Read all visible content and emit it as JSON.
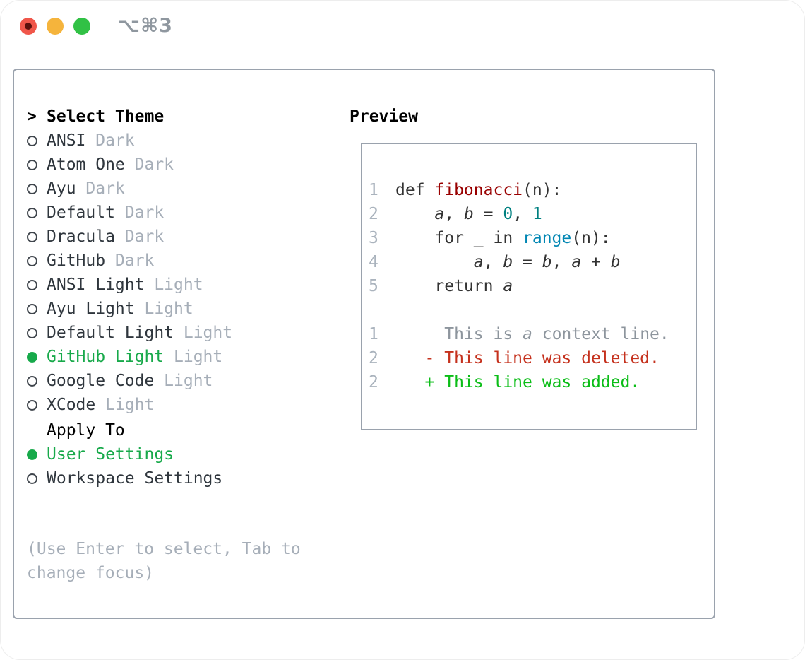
{
  "window": {
    "title": "⌥⌘3",
    "controls": [
      "close",
      "minimize",
      "zoom"
    ]
  },
  "colors": {
    "selection_green": "#17a94a",
    "diff_added_green": "#0bbd17",
    "diff_deleted_red": "#c5311d",
    "syntax_function_red": "#990000",
    "syntax_number_teal": "#008080",
    "syntax_builtin_blue": "#0086b3",
    "muted_gray": "#a6aeb8",
    "border_gray": "#9aa2ad",
    "traffic_red": "#f0564a",
    "traffic_yellow": "#f5b43c",
    "traffic_green": "#31c145"
  },
  "theme_list": {
    "header_prefix": ">",
    "header": "Select Theme",
    "items": [
      {
        "name": "ANSI",
        "variant": "Dark",
        "selected": false
      },
      {
        "name": "Atom One",
        "variant": "Dark",
        "selected": false
      },
      {
        "name": "Ayu",
        "variant": "Dark",
        "selected": false
      },
      {
        "name": "Default",
        "variant": "Dark",
        "selected": false
      },
      {
        "name": "Dracula",
        "variant": "Dark",
        "selected": false
      },
      {
        "name": "GitHub",
        "variant": "Dark",
        "selected": false
      },
      {
        "name": "ANSI Light",
        "variant": "Light",
        "selected": false
      },
      {
        "name": "Ayu Light",
        "variant": "Light",
        "selected": false
      },
      {
        "name": "Default Light",
        "variant": "Light",
        "selected": false
      },
      {
        "name": "GitHub Light",
        "variant": "Light",
        "selected": true
      },
      {
        "name": "Google Code",
        "variant": "Light",
        "selected": false
      },
      {
        "name": "XCode",
        "variant": "Light",
        "selected": false
      }
    ]
  },
  "apply_to": {
    "header": "Apply To",
    "items": [
      {
        "label": "User Settings",
        "selected": true
      },
      {
        "label": "Workspace Settings",
        "selected": false
      }
    ]
  },
  "help_text": "(Use Enter to select, Tab to change focus)",
  "preview": {
    "title": "Preview",
    "code_lines": [
      {
        "number": "1",
        "segments": [
          {
            "t": "def "
          },
          {
            "t": "fibonacci",
            "c": "title"
          },
          {
            "t": "(n):"
          }
        ]
      },
      {
        "number": "2",
        "segments": [
          {
            "t": "    "
          },
          {
            "t": "a",
            "c": "var"
          },
          {
            "t": ", "
          },
          {
            "t": "b",
            "c": "var"
          },
          {
            "t": " = "
          },
          {
            "t": "0",
            "c": "num"
          },
          {
            "t": ", "
          },
          {
            "t": "1",
            "c": "num"
          }
        ]
      },
      {
        "number": "3",
        "segments": [
          {
            "t": "    for _ in "
          },
          {
            "t": "range",
            "c": "builtin"
          },
          {
            "t": "(n):"
          }
        ]
      },
      {
        "number": "4",
        "segments": [
          {
            "t": "        "
          },
          {
            "t": "a",
            "c": "var"
          },
          {
            "t": ", "
          },
          {
            "t": "b",
            "c": "var"
          },
          {
            "t": " = "
          },
          {
            "t": "b",
            "c": "var"
          },
          {
            "t": ", "
          },
          {
            "t": "a",
            "c": "var"
          },
          {
            "t": " + "
          },
          {
            "t": "b",
            "c": "var"
          }
        ]
      },
      {
        "number": "5",
        "segments": [
          {
            "t": "    return "
          },
          {
            "t": "a",
            "c": "var"
          }
        ]
      }
    ],
    "diff_lines": [
      {
        "number": "1",
        "segments": [
          {
            "t": "     "
          },
          {
            "t": "This is ",
            "c": "ctx"
          },
          {
            "t": "a",
            "c": "ctx-i"
          },
          {
            "t": " context line.",
            "c": "ctx"
          }
        ]
      },
      {
        "number": "2",
        "segments": [
          {
            "t": "   "
          },
          {
            "t": "- This line was deleted.",
            "c": "del"
          }
        ]
      },
      {
        "number": "2",
        "segments": [
          {
            "t": "   "
          },
          {
            "t": "+ This line was added.",
            "c": "add"
          }
        ]
      }
    ]
  }
}
